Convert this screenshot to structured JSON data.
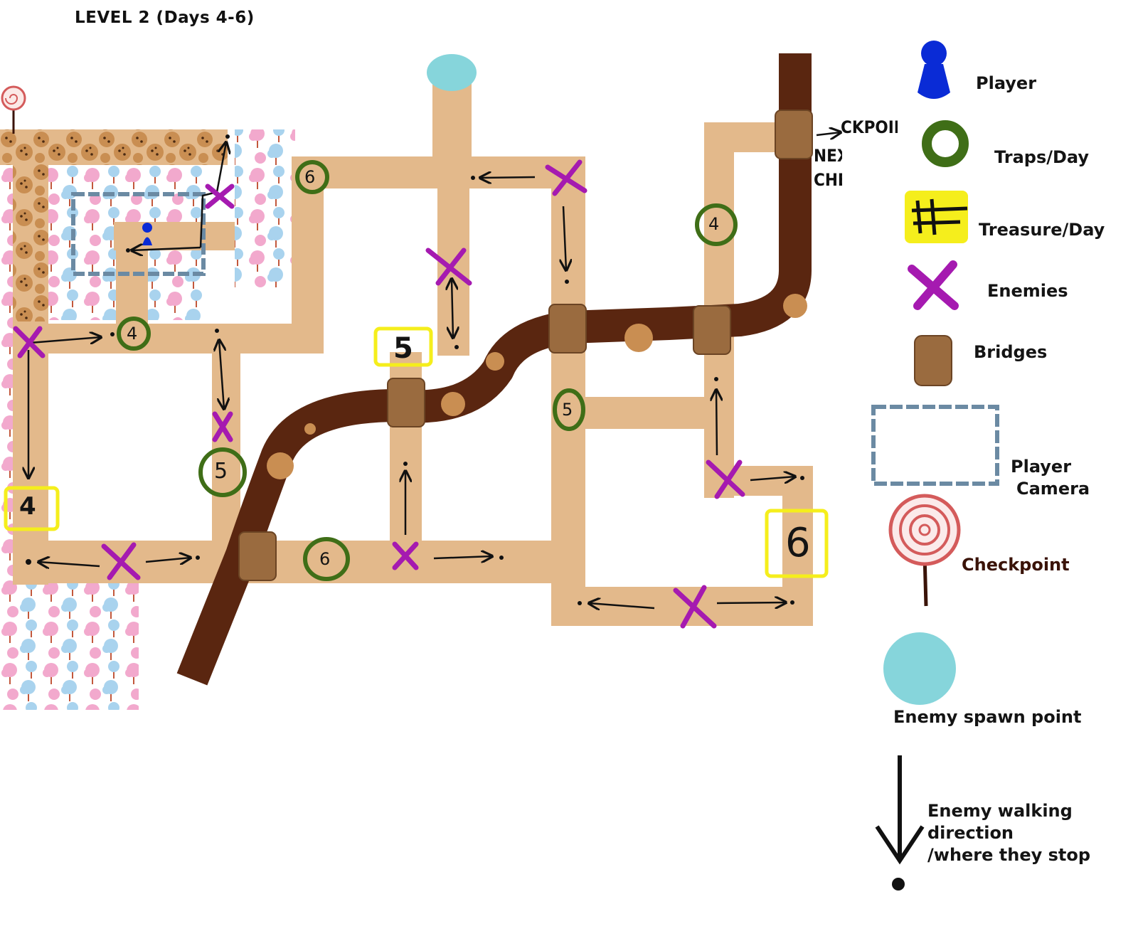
{
  "title": "LEVEL 2 (Days 4-6)",
  "legend": {
    "player": "Player",
    "traps": "Traps/Day",
    "treasure": "Treasure/Day",
    "enemies": "Enemies",
    "bridges": "Bridges",
    "camera_line1": "Player",
    "camera_line2": "Camera",
    "checkpoint": "Checkpoint",
    "spawn": "Enemy spawn point",
    "walk_line1": "Enemy walking",
    "walk_line2": "direction",
    "walk_line3": "/where they stop"
  },
  "next_checkpoint": {
    "line1": "CKPOINT",
    "line2": "NEX",
    "line3": "CHE"
  },
  "traps": [
    {
      "day": "6",
      "id": "trap-6-top"
    },
    {
      "day": "4",
      "id": "trap-4-left"
    },
    {
      "day": "5",
      "id": "trap-5-left"
    },
    {
      "day": "6",
      "id": "trap-6-bottom"
    },
    {
      "day": "5",
      "id": "trap-5-mid"
    },
    {
      "day": "4",
      "id": "trap-4-right"
    }
  ],
  "treasures": [
    {
      "day": "4",
      "id": "treasure-4"
    },
    {
      "day": "5",
      "id": "treasure-5"
    },
    {
      "day": "6",
      "id": "treasure-6"
    }
  ],
  "colors": {
    "path": "#e3b98b",
    "river": "#5a2610",
    "bridge": "#9a6b3f",
    "trap": "#3f6e17",
    "treasure": "#f5ee1c",
    "enemy": "#a51ab0",
    "player": "#0a2bd6",
    "spawn": "#86d5db",
    "camera": "#6b8aa3",
    "cookie": "#c08a4f"
  }
}
